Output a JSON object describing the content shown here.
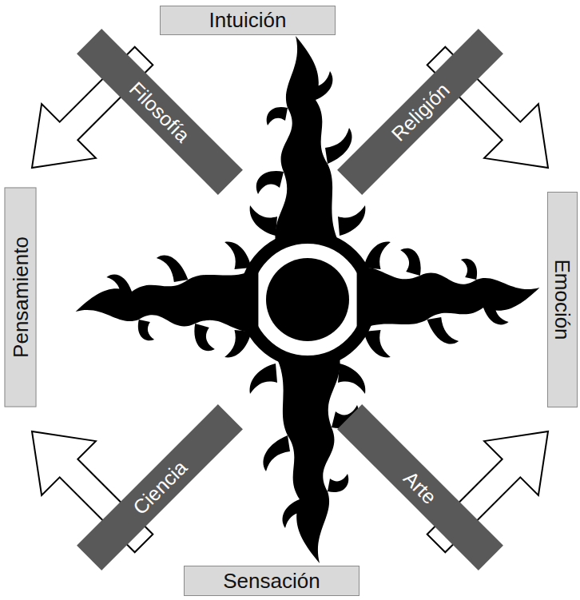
{
  "diagram": {
    "nodes": [
      {
        "text": [
          "Intuición"
        ]
      },
      {
        "text": [
          "Filosofía"
        ]
      },
      {
        "text": [
          "Religión"
        ]
      },
      {
        "text": [
          "Pensamiento"
        ]
      },
      {
        "text": [
          "Emoción"
        ]
      },
      {
        "text": [
          "Ciencia"
        ]
      },
      {
        "text": [
          "Arte"
        ]
      },
      {
        "text": [
          "Sensación"
        ]
      }
    ]
  }
}
